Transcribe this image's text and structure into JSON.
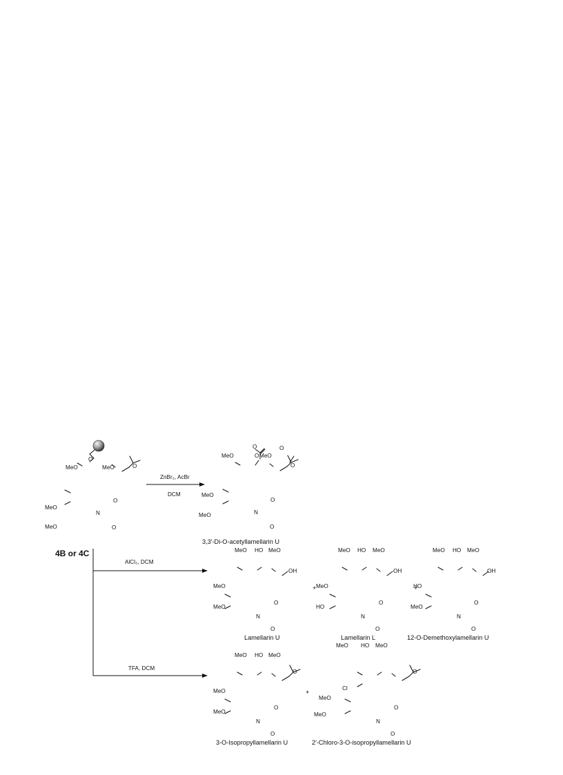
{
  "starting_material": {
    "label": "4B or 4C",
    "substituents": {
      "ome_a": "MeO",
      "o_link": "O",
      "ome_b": "MeO",
      "o_ipr": "O",
      "ome_c": "MeO",
      "ome_d": "MeO",
      "n": "N",
      "o_ring": "O",
      "o_carbonyl": "O"
    }
  },
  "reactions": [
    {
      "reagent_line1": "ZnBr₂, AcBr",
      "reagent_line2": "DCM",
      "products": [
        {
          "name": "3,3′-Di-O-acetyllamellarin U",
          "substituents": {
            "ome_a": "MeO",
            "o_ac1": "O",
            "o_ac1b": "O",
            "ome_b": "MeO",
            "o_ac2": "O",
            "o_ac2b": "O",
            "ome_c": "MeO",
            "ome_d": "MeO",
            "n": "N",
            "o_ring": "O",
            "o_carbonyl": "O"
          }
        }
      ]
    },
    {
      "reagent_line1": "AlCl₃, DCM",
      "products": [
        {
          "name": "Lamellarin U",
          "substituents": {
            "ome_a": "MeO",
            "ho_a": "HO",
            "ome_b": "MeO",
            "oh_b": "OH",
            "ome_c": "MeO",
            "ome_d": "MeO",
            "n": "N",
            "o_ring": "O",
            "o_carbonyl": "O"
          }
        },
        {
          "name": "Lamellarin L",
          "substituents": {
            "ome_a": "MeO",
            "ho_a": "HO",
            "ome_b": "MeO",
            "oh_b": "OH",
            "ome_c": "MeO",
            "ho_d": "HO",
            "n": "N",
            "o_ring": "O",
            "o_carbonyl": "O"
          }
        },
        {
          "name": "12-O-Demethoxylamellarin U",
          "substituents": {
            "ome_a": "MeO",
            "ho_a": "HO",
            "ome_b": "MeO",
            "oh_b": "OH",
            "ho_c": "HO",
            "ome_d": "MeO",
            "n": "N",
            "o_ring": "O",
            "o_carbonyl": "O"
          }
        }
      ],
      "plus": "+"
    },
    {
      "reagent_line1": "TFA, DCM",
      "products": [
        {
          "name": "3-O-Isopropyllamellarin U",
          "substituents": {
            "ome_a": "MeO",
            "ho_a": "HO",
            "ome_b": "MeO",
            "o_ipr": "O",
            "ome_c": "MeO",
            "ome_d": "MeO",
            "n": "N",
            "o_ring": "O",
            "o_carbonyl": "O"
          }
        },
        {
          "name": "2′-Chloro-3-O-isopropyllamellarin U",
          "substituents": {
            "ome_a": "MeO",
            "ho_a": "HO",
            "cl": "Cl",
            "ome_b": "MeO",
            "o_ipr": "O",
            "ome_c": "MeO",
            "ome_d": "MeO",
            "n": "N",
            "o_ring": "O",
            "o_carbonyl": "O"
          }
        }
      ],
      "plus": "+"
    }
  ]
}
